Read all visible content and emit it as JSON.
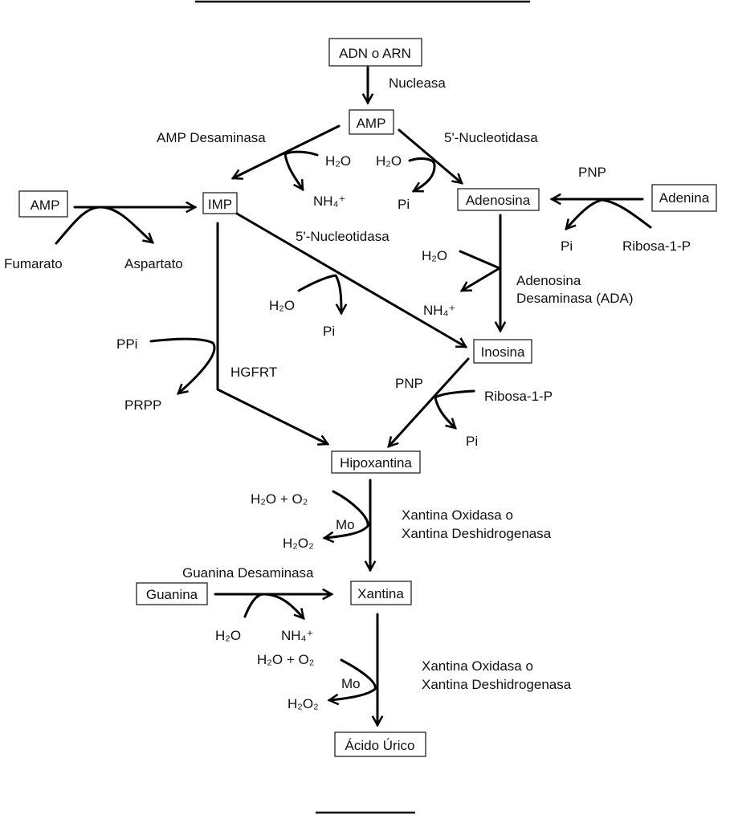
{
  "nodes": {
    "adn_arn": "ADN o ARN",
    "amp_top": "AMP",
    "amp_left": "AMP",
    "imp": "IMP",
    "adenosina": "Adenosina",
    "adenina": "Adenina",
    "inosina": "Inosina",
    "hipoxantina": "Hipoxantina",
    "guanina": "Guanina",
    "xantina": "Xantina",
    "acido_urico": "Ácido Úrico"
  },
  "enzymes": {
    "nucleasa": "Nucleasa",
    "amp_desaminasa": "AMP Desaminasa",
    "nucleotidasa_1": "5'-Nucleotidasa",
    "nucleotidasa_2": "5'-Nucleotidasa",
    "pnp_1": "PNP",
    "pnp_2": "PNP",
    "ada_line1": "Adenosina",
    "ada_line2": "Desaminasa (ADA)",
    "hgfrt": "HGFRT",
    "xo1_line1": "Xantina Oxidasa o",
    "xo1_line2": "Xantina Deshidrogenasa",
    "guanina_desaminasa": "Guanina Desaminasa",
    "xo2_line1": "Xantina Oxidasa o",
    "xo2_line2": "Xantina Deshidrogenasa"
  },
  "cofactors": {
    "h2o_amp_desaminasa": "H₂O",
    "nh4_amp_desaminasa": "NH₄⁺",
    "h2o_nucleotidasa_1": "H₂O",
    "pi_nucleotidasa_1": "Pi",
    "pi_pnp_1": "Pi",
    "ribosa_pnp_1": "Ribosa-1-P",
    "fumarato": "Fumarato",
    "aspartato": "Aspartato",
    "h2o_nucleotidasa_2": "H₂O",
    "pi_nucleotidasa_2": "Pi",
    "h2o_ada": "H₂O",
    "nh4_ada": "NH₄⁺",
    "ppi": "PPi",
    "prpp": "PRPP",
    "ribosa_pnp_2": "Ribosa-1-P",
    "pi_pnp_2": "Pi",
    "h2o_o2_1": "H₂O +  O₂",
    "mo_1": "Mo",
    "h2o2_1": "H₂O₂",
    "h2o_guanina": "H₂O",
    "nh4_guanina": "NH₄⁺",
    "h2o_o2_2": "H₂O +  O₂",
    "mo_2": "Mo",
    "h2o2_2": "H₂O₂"
  }
}
